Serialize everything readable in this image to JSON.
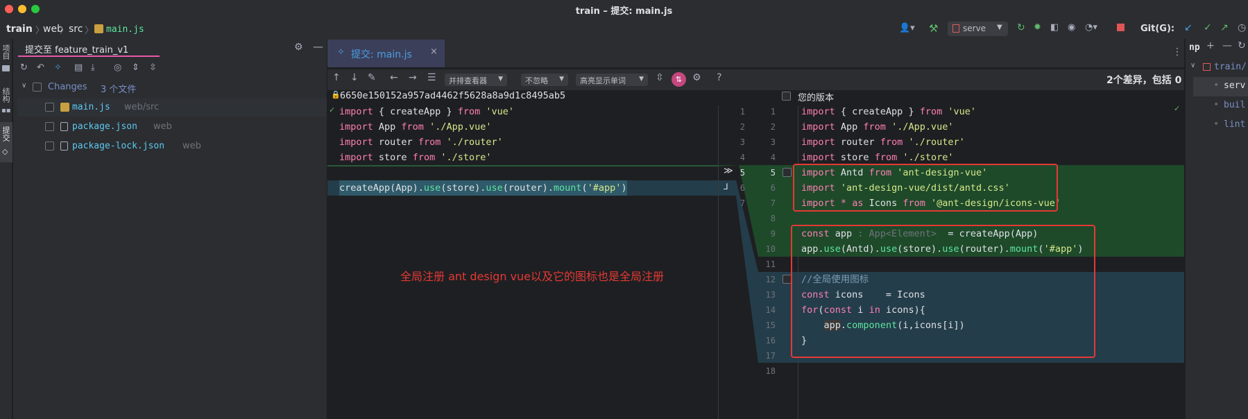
{
  "window": {
    "title": "train – 提交: main.js"
  },
  "breadcrumb": [
    "train",
    "web",
    "src",
    "main.js"
  ],
  "run": {
    "config": "serve",
    "git_label": "Git(G):"
  },
  "left_strip": {
    "project": "项目",
    "structure": "结构",
    "commit": "提交"
  },
  "commit_panel": {
    "title": "提交至 feature_train_v1",
    "changes_label": "Changes",
    "changes_count": "3 个文件",
    "files": [
      {
        "name": "main.js",
        "path": "web/src"
      },
      {
        "name": "package.json",
        "path": "web"
      },
      {
        "name": "package-lock.json",
        "path": "web"
      }
    ]
  },
  "editor": {
    "tab": "提交: main.js",
    "toolbar": {
      "viewer": "并排查看器",
      "ignore": "不忽略",
      "highlight": "高亮显示单词",
      "help": "?",
      "diff_summary": "2个差异，包括 0"
    },
    "left_header": "6650e150152a957ad4462f5628a8a9d1c8495ab5",
    "right_header": "您的版本",
    "annotation": "全局注册 ant design vue以及它的图标也是全局注册",
    "left_nums": [
      "1",
      "2",
      "3",
      "4",
      "5",
      "6",
      "7"
    ],
    "right_nums": [
      "1",
      "2",
      "3",
      "4",
      "5",
      "6",
      "7",
      "8",
      "9",
      "10",
      "11",
      "12",
      "13",
      "14",
      "15",
      "16",
      "17",
      "18"
    ]
  },
  "right_panel": {
    "header": "np",
    "tree_root": "train/",
    "items": [
      "serv",
      "buil",
      "lint"
    ]
  },
  "colors": {
    "accent": "#e53935",
    "added": "#1e4a2a",
    "modified": "#243d4a"
  }
}
